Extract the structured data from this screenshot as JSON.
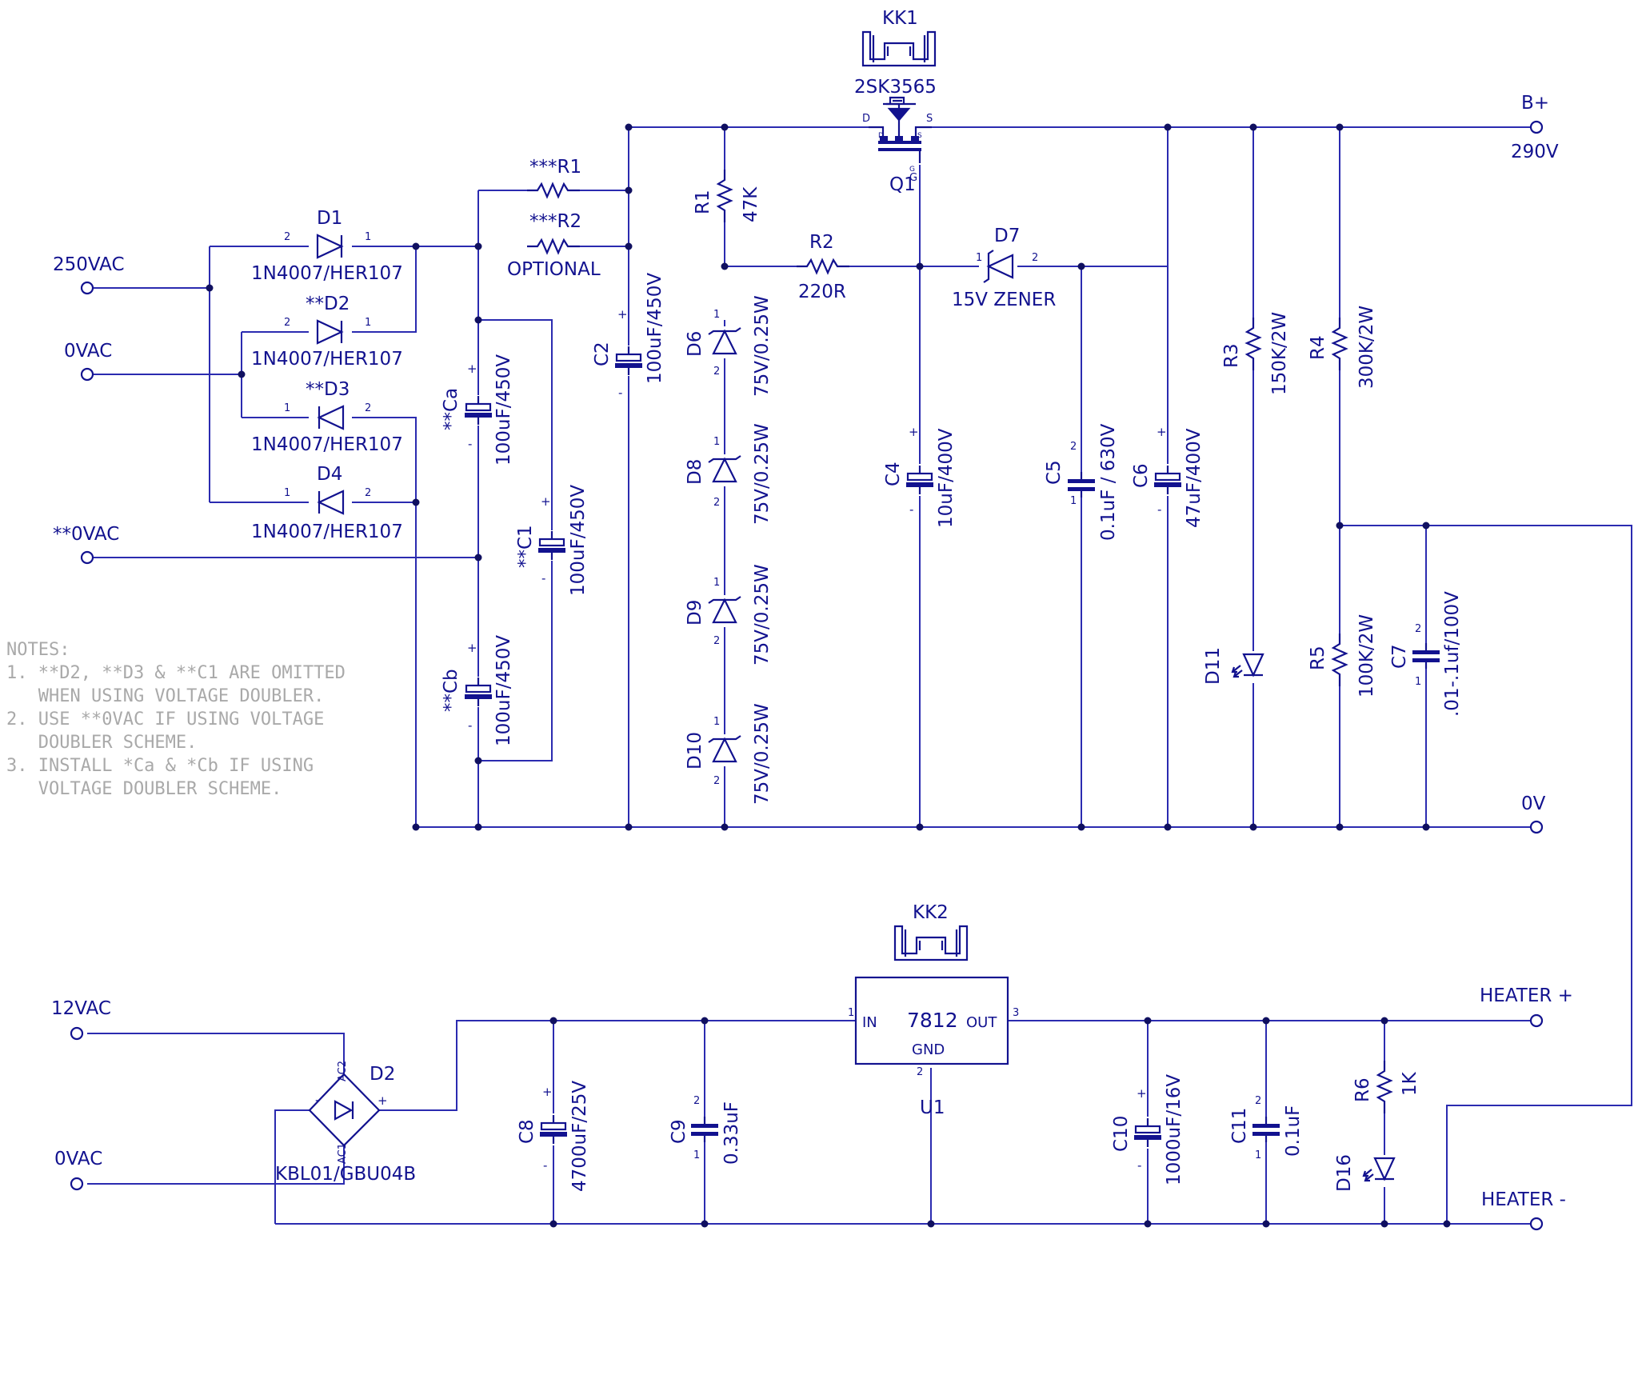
{
  "terminals": {
    "vac250": "250VAC",
    "vac0": "0VAC",
    "vac0_alt": "**0VAC",
    "bplus": "B+",
    "bplus_voltage": "290V",
    "zero_v": "0V",
    "vac12": "12VAC",
    "vac0_heater": "0VAC",
    "heater_pos": "HEATER +",
    "heater_neg": "HEATER -"
  },
  "heatsinks": {
    "kk1": "KK1",
    "kk2": "KK2"
  },
  "mosfet": {
    "part": "2SK3565",
    "ref": "Q1",
    "pin_d": "D",
    "pin_s": "S",
    "pin_g": "G",
    "pin_d_small": "D",
    "pin_s_small": "S",
    "pin_g_small": "G"
  },
  "diodes": {
    "d1": {
      "ref": "D1",
      "part": "1N4007/HER107",
      "pin_left": "2",
      "pin_right": "1"
    },
    "d2": {
      "ref": "**D2",
      "part": "1N4007/HER107",
      "pin_left": "2",
      "pin_right": "1"
    },
    "d3": {
      "ref": "**D3",
      "part": "1N4007/HER107",
      "pin_left": "1",
      "pin_right": "2"
    },
    "d4": {
      "ref": "D4",
      "part": "1N4007/HER107",
      "pin_left": "1",
      "pin_right": "2"
    }
  },
  "resistors": {
    "r1_opt": "***R1",
    "r2_opt": "***R2",
    "optional": "OPTIONAL",
    "r1": {
      "ref": "R1",
      "value": "47K"
    },
    "r2": {
      "ref": "R2",
      "value": "220R"
    },
    "r3": {
      "ref": "R3",
      "value": "150K/2W"
    },
    "r4": {
      "ref": "R4",
      "value": "300K/2W"
    },
    "r5": {
      "ref": "R5",
      "value": "100K/2W"
    },
    "r6": {
      "ref": "R6",
      "value": "1K"
    }
  },
  "capacitors": {
    "c2": {
      "ref": "C2",
      "value": "100uF/450V"
    },
    "ca": {
      "ref": "**Ca",
      "value": "100uF/450V"
    },
    "c1": {
      "ref": "**C1",
      "value": "100uF/450V"
    },
    "cb": {
      "ref": "**Cb",
      "value": "100uF/450V"
    },
    "c4": {
      "ref": "C4",
      "value": "10uF/400V"
    },
    "c5": {
      "ref": "C5",
      "value": "0.1uF / 630V"
    },
    "c6": {
      "ref": "C6",
      "value": "47uF/400V"
    },
    "c7": {
      "ref": "C7",
      "value": ".01-.1uf/100V"
    },
    "c8": {
      "ref": "C8",
      "value": "4700uF/25V"
    },
    "c9": {
      "ref": "C9",
      "value": "0.33uF"
    },
    "c10": {
      "ref": "C10",
      "value": "1000uF/16V"
    },
    "c11": {
      "ref": "C11",
      "value": "0.1uF"
    }
  },
  "zeners": {
    "d6": {
      "ref": "D6",
      "value": "75V/0.25W"
    },
    "d8": {
      "ref": "D8",
      "value": "75V/0.25W"
    },
    "d9": {
      "ref": "D9",
      "value": "75V/0.25W"
    },
    "d10": {
      "ref": "D10",
      "value": "75V/0.25W"
    },
    "d7": {
      "ref": "D7",
      "value": "15V ZENER"
    }
  },
  "leds": {
    "d11": "D11",
    "d16": "D16"
  },
  "bridge": {
    "ref": "D2",
    "part": "KBL01/GBU04B",
    "ac1": "AC1",
    "ac2": "AC2",
    "minus": "-",
    "plus": "+"
  },
  "regulator": {
    "part": "7812",
    "ref": "U1",
    "in": "IN",
    "out": "OUT",
    "gnd": "GND",
    "pin_in": "1",
    "pin_gnd": "2",
    "pin_out": "3"
  },
  "notes": [
    "NOTES:",
    "1. **D2, **D3 & **C1 ARE OMITTED",
    "   WHEN USING VOLTAGE DOUBLER.",
    "2. USE **0VAC IF USING VOLTAGE",
    "   DOUBLER SCHEME.",
    "3. INSTALL *Ca & *Cb IF USING",
    "   VOLTAGE DOUBLER SCHEME."
  ],
  "glyphs": {
    "plus": "+",
    "minus": "-",
    "one": "1",
    "two": "2"
  },
  "colors": {
    "ink": "#12128f",
    "wire": "#2b2bb0",
    "notes": "#a9a9a9",
    "background": "#ffffff"
  }
}
